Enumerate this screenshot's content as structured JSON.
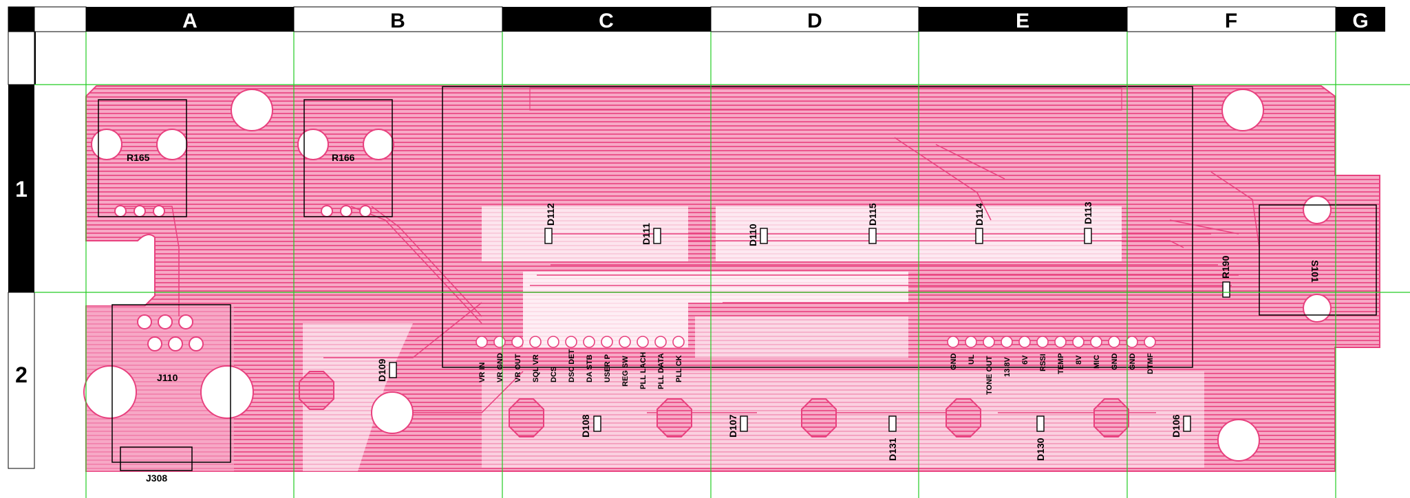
{
  "columns": [
    "A",
    "B",
    "C",
    "D",
    "E",
    "F",
    "G"
  ],
  "rows": [
    "1",
    "2"
  ],
  "colors": {
    "board": "#f06a9c",
    "trace": "#e8407e",
    "grid_line": "#22cc22",
    "header_dark": "#000000",
    "header_light": "#ffffff"
  },
  "components": {
    "R165": "R165",
    "R166": "R166",
    "J110": "J110",
    "J308": "J308",
    "S101": "S101",
    "R190": "R190",
    "D112": "D112",
    "D111": "D111",
    "D110": "D110",
    "D115": "D115",
    "D114": "D114",
    "D113": "D113",
    "D109": "D109",
    "D108": "D108",
    "D107": "D107",
    "D131": "D131",
    "D130": "D130",
    "D106": "D106"
  },
  "connector_pins_left": [
    "VR IN",
    "VR GND",
    "VR OUT",
    "SQL VR",
    "DCS",
    "DSC DET",
    "DA STB",
    "USER P",
    "REG SW",
    "PLL LACH",
    "PLL DATA",
    "PLL CK"
  ],
  "connector_pins_right": [
    "GND",
    "UL",
    "TONE OUT",
    "13.8V",
    "6V",
    "RSSI",
    "TEMP",
    "8V",
    "MIC",
    "GND",
    "GND",
    "DTMF"
  ]
}
